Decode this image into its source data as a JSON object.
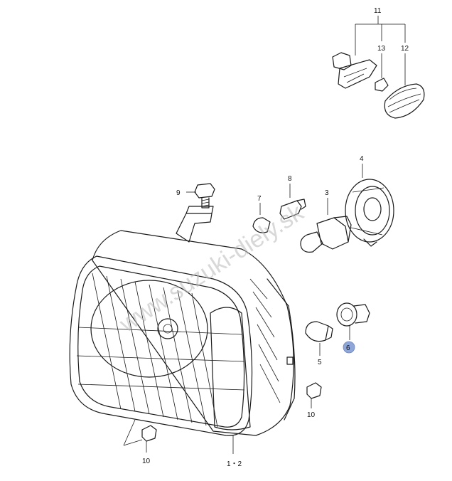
{
  "watermark": "www.suzuki-diely.sk",
  "highlight_color": "#8ea6d8",
  "labels": {
    "p11": "11",
    "p13": "13",
    "p12": "12",
    "p4": "4",
    "p8": "8",
    "p9": "9",
    "p7": "7",
    "p3": "3",
    "p6": "6",
    "p5": "5",
    "p10a": "10",
    "p10b": "10",
    "p12assy": "1・2"
  }
}
